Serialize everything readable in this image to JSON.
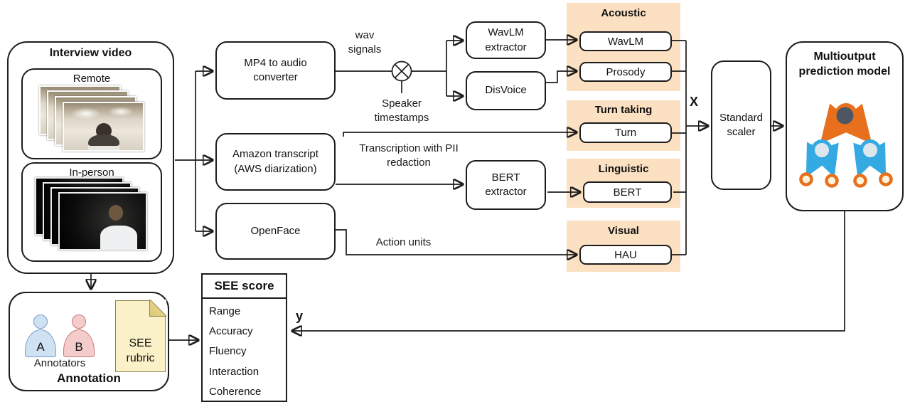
{
  "colors": {
    "feature_group_bg": "#fbe1c2",
    "annotator_a_fill": "#cfe2f3",
    "annotator_b_fill": "#f4cccc",
    "rubric_fill": "#fbf1c8",
    "tree_orange": "#e8701c",
    "tree_blue": "#35aae2"
  },
  "interview": {
    "title": "Interview video",
    "remote": "Remote",
    "in_person": "In-person"
  },
  "processors": {
    "mp4": "MP4 to audio converter",
    "amazon": "Amazon transcript (AWS diarization)",
    "openface": "OpenFace",
    "wavlm_extractor": "WavLM extractor",
    "disvoice": "DisVoice",
    "bert_extractor": "BERT extractor",
    "scaler": "Standard scaler",
    "model": "Multioutput prediction model"
  },
  "edge_labels": {
    "wav_signals": "wav signals",
    "speaker_timestamps": "Speaker timestamps",
    "transcription": "Transcription with PII redaction",
    "action_units": "Action units",
    "x": "X",
    "y": "y"
  },
  "feature_groups": [
    {
      "name": "Acoustic",
      "items": [
        "WavLM",
        "Prosody"
      ]
    },
    {
      "name": "Turn taking",
      "items": [
        "Turn"
      ]
    },
    {
      "name": "Linguistic",
      "items": [
        "BERT"
      ]
    },
    {
      "name": "Visual",
      "items": [
        "HAU"
      ]
    }
  ],
  "annotation": {
    "title": "Annotation",
    "annotator_a": "A",
    "annotator_b": "B",
    "annotators_label": "Annotators",
    "rubric": "SEE rubric"
  },
  "see_score": {
    "title": "SEE score",
    "items": [
      "Range",
      "Accuracy",
      "Fluency",
      "Interaction",
      "Coherence"
    ]
  }
}
